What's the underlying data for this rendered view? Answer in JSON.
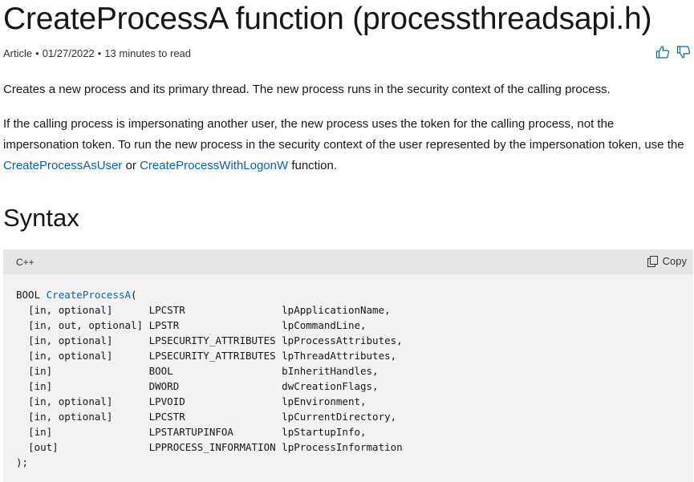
{
  "article": {
    "title": "CreateProcessA function (processthreadsapi.h)",
    "meta": {
      "type": "Article",
      "date": "01/27/2022",
      "read_time": "13 minutes to read"
    },
    "feedback": {
      "like_icon": "thumbs-up-icon",
      "dislike_icon": "thumbs-down-icon"
    },
    "intro": "Creates a new process and its primary thread. The new process runs in the security context of the calling process.",
    "detail": {
      "before": "If the calling process is impersonating another user, the new process uses the token for the calling process, not the impersonation token. To run the new process in the security context of the user represented by the impersonation token, use the ",
      "link1": "CreateProcessAsUser",
      "middle": " or ",
      "link2": "CreateProcessWithLogonW",
      "after": " function."
    }
  },
  "syntax": {
    "heading": "Syntax",
    "language": "C++",
    "copy_label": "Copy",
    "copy_icon": "copy-icon",
    "code": {
      "keyword": "BOOL",
      "function_name": "CreateProcessA",
      "open": "(",
      "params": [
        {
          "annotation": "[in, optional]",
          "type": "LPCSTR",
          "name": "lpApplicationName,"
        },
        {
          "annotation": "[in, out, optional]",
          "type": "LPSTR",
          "name": "lpCommandLine,"
        },
        {
          "annotation": "[in, optional]",
          "type": "LPSECURITY_ATTRIBUTES",
          "name": "lpProcessAttributes,"
        },
        {
          "annotation": "[in, optional]",
          "type": "LPSECURITY_ATTRIBUTES",
          "name": "lpThreadAttributes,"
        },
        {
          "annotation": "[in]",
          "type": "BOOL",
          "name": "bInheritHandles,"
        },
        {
          "annotation": "[in]",
          "type": "DWORD",
          "name": "dwCreationFlags,"
        },
        {
          "annotation": "[in, optional]",
          "type": "LPVOID",
          "name": "lpEnvironment,"
        },
        {
          "annotation": "[in, optional]",
          "type": "LPCSTR",
          "name": "lpCurrentDirectory,"
        },
        {
          "annotation": "[in]",
          "type": "LPSTARTUPINFOA",
          "name": "lpStartupInfo,"
        },
        {
          "annotation": "[out]",
          "type": "LPPROCESS_INFORMATION",
          "name": "lpProcessInformation"
        }
      ],
      "close": ");"
    }
  }
}
